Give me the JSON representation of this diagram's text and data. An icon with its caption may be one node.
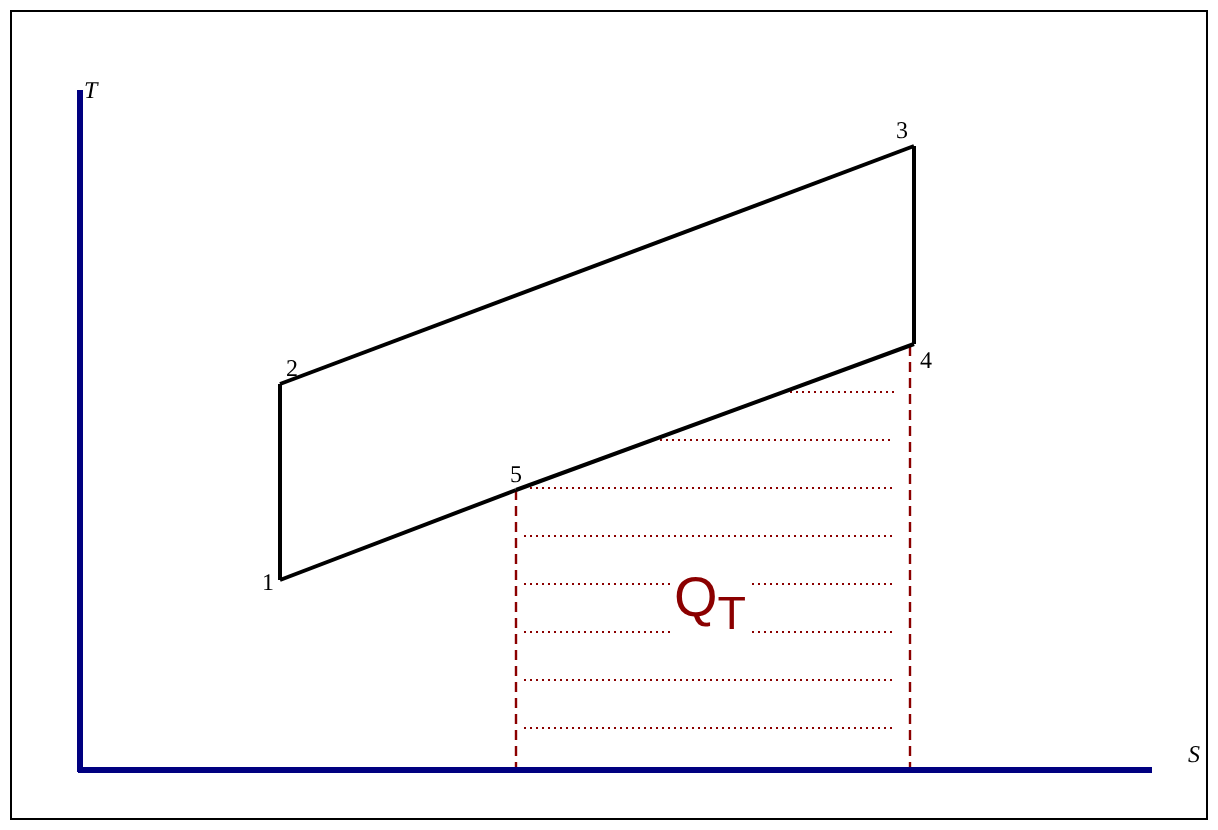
{
  "diagram": {
    "nodes": [
      {
        "text": [
          "1"
        ]
      },
      {
        "text": [
          "2"
        ]
      },
      {
        "text": [
          "3"
        ]
      },
      {
        "text": [
          "4"
        ]
      },
      {
        "text": [
          "5"
        ]
      }
    ],
    "edges": [
      {
        "from": 0,
        "to": 1,
        "arrow": "none"
      },
      {
        "from": 1,
        "to": 2,
        "arrow": "none"
      },
      {
        "from": 2,
        "to": 3,
        "arrow": "none"
      },
      {
        "from": 3,
        "to": 4,
        "arrow": "none"
      },
      {
        "from": 4,
        "to": 0,
        "arrow": "none"
      }
    ],
    "labels": [
      "T",
      "S",
      "Q$_{T}$"
    ]
  }
}
